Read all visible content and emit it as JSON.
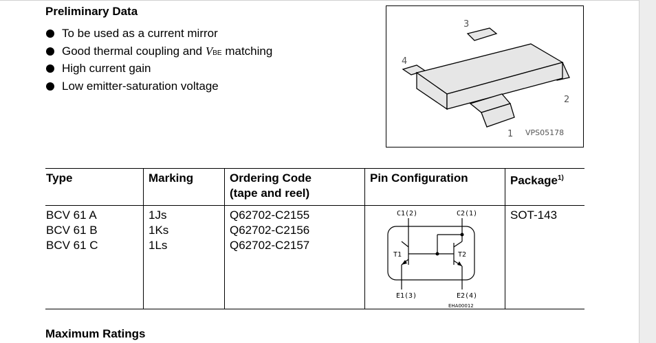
{
  "preliminary": {
    "heading": "Preliminary Data",
    "bullets": [
      "To be used as a current mirror",
      "Good thermal coupling and",
      "High current gain",
      "Low emitter-saturation voltage"
    ],
    "vbe_symbol": "V",
    "vbe_subscript": "BE",
    "bullet2_tail": " matching"
  },
  "package_image": {
    "pin_labels": [
      "1",
      "2",
      "3",
      "4"
    ],
    "code": "VPS05178"
  },
  "table": {
    "headers": {
      "type": "Type",
      "marking": "Marking",
      "ordering_line1": "Ordering Code",
      "ordering_line2": "(tape and reel)",
      "pin_config": "Pin Configuration",
      "package": "Package",
      "package_footnote": "1)"
    },
    "types": [
      "BCV 61 A",
      "BCV 61 B",
      "BCV 61 C"
    ],
    "markings": [
      "1Js",
      "1Ks",
      "1Ls"
    ],
    "ordering_codes": [
      "Q62702-C2155",
      "Q62702-C2156",
      "Q62702-C2157"
    ],
    "package": "SOT-143",
    "pin_diagram": {
      "c1": "C1(2)",
      "c2": "C2(1)",
      "t1": "T1",
      "t2": "T2",
      "e1": "E1(3)",
      "e2": "E2(4)",
      "code": "EHA00012"
    }
  },
  "maximum_ratings": {
    "heading": "Maximum Ratings"
  }
}
